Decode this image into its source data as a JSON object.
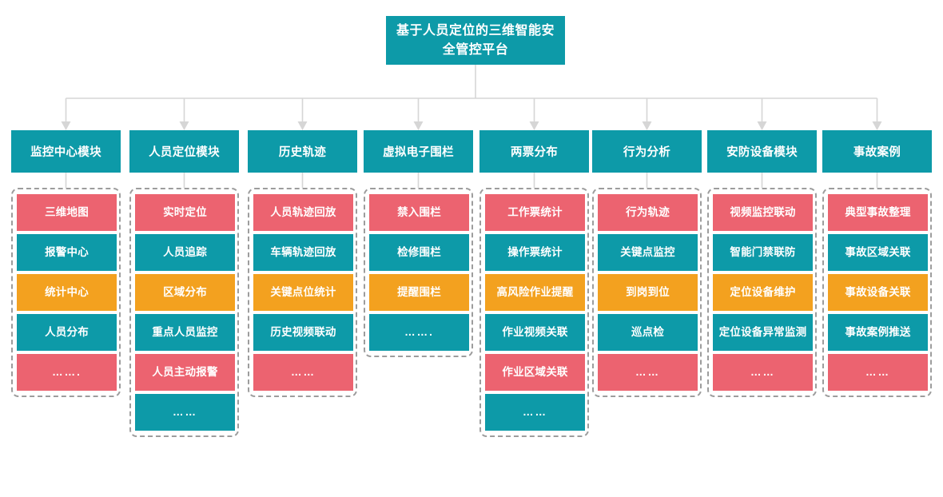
{
  "root": {
    "title": "基于人员定位的三维智能安全管控平台"
  },
  "colors": {
    "teal": "#0d9aa8",
    "red": "#ec6370",
    "orange": "#f3a11f",
    "connector": "#d6d6d6",
    "dashed_border": "#9d9d9d",
    "background": "#ffffff"
  },
  "columns": [
    {
      "header": "监控中心模块",
      "items": [
        {
          "label": "三维地图",
          "color": "red"
        },
        {
          "label": "报警中心",
          "color": "teal"
        },
        {
          "label": "统计中心",
          "color": "orange"
        },
        {
          "label": "人员分布",
          "color": "teal"
        },
        {
          "label": "…….",
          "color": "red"
        }
      ]
    },
    {
      "header": "人员定位模块",
      "items": [
        {
          "label": "实时定位",
          "color": "red"
        },
        {
          "label": "人员追踪",
          "color": "teal"
        },
        {
          "label": "区域分布",
          "color": "orange"
        },
        {
          "label": "重点人员监控",
          "color": "teal"
        },
        {
          "label": "人员主动报警",
          "color": "red"
        },
        {
          "label": "……",
          "color": "teal"
        }
      ]
    },
    {
      "header": "历史轨迹",
      "items": [
        {
          "label": "人员轨迹回放",
          "color": "red"
        },
        {
          "label": "车辆轨迹回放",
          "color": "teal"
        },
        {
          "label": "关键点位统计",
          "color": "orange"
        },
        {
          "label": "历史视频联动",
          "color": "teal"
        },
        {
          "label": "……",
          "color": "red"
        }
      ]
    },
    {
      "header": "虚拟电子围栏",
      "items": [
        {
          "label": "禁入围栏",
          "color": "red"
        },
        {
          "label": "检修围栏",
          "color": "teal"
        },
        {
          "label": "提醒围栏",
          "color": "orange"
        },
        {
          "label": "…….",
          "color": "teal"
        }
      ]
    },
    {
      "header": "两票分布",
      "items": [
        {
          "label": "工作票统计",
          "color": "red"
        },
        {
          "label": "操作票统计",
          "color": "teal"
        },
        {
          "label": "高风险作业提醒",
          "color": "orange"
        },
        {
          "label": "作业视频关联",
          "color": "teal"
        },
        {
          "label": "作业区域关联",
          "color": "red"
        },
        {
          "label": "……",
          "color": "teal"
        }
      ]
    },
    {
      "header": "行为分析",
      "items": [
        {
          "label": "行为轨迹",
          "color": "red"
        },
        {
          "label": "关键点监控",
          "color": "teal"
        },
        {
          "label": "到岗到位",
          "color": "orange"
        },
        {
          "label": "巡点检",
          "color": "teal"
        },
        {
          "label": "……",
          "color": "red"
        }
      ]
    },
    {
      "header": "安防设备模块",
      "items": [
        {
          "label": "视频监控联动",
          "color": "red"
        },
        {
          "label": "智能门禁联防",
          "color": "teal"
        },
        {
          "label": "定位设备维护",
          "color": "orange"
        },
        {
          "label": "定位设备异常监测",
          "color": "teal"
        },
        {
          "label": "……",
          "color": "red"
        }
      ]
    },
    {
      "header": "事故案例",
      "items": [
        {
          "label": "典型事故整理",
          "color": "red"
        },
        {
          "label": "事故区域关联",
          "color": "teal"
        },
        {
          "label": "事故设备关联",
          "color": "orange"
        },
        {
          "label": "事故案例推送",
          "color": "teal"
        },
        {
          "label": "……",
          "color": "red"
        }
      ]
    }
  ]
}
